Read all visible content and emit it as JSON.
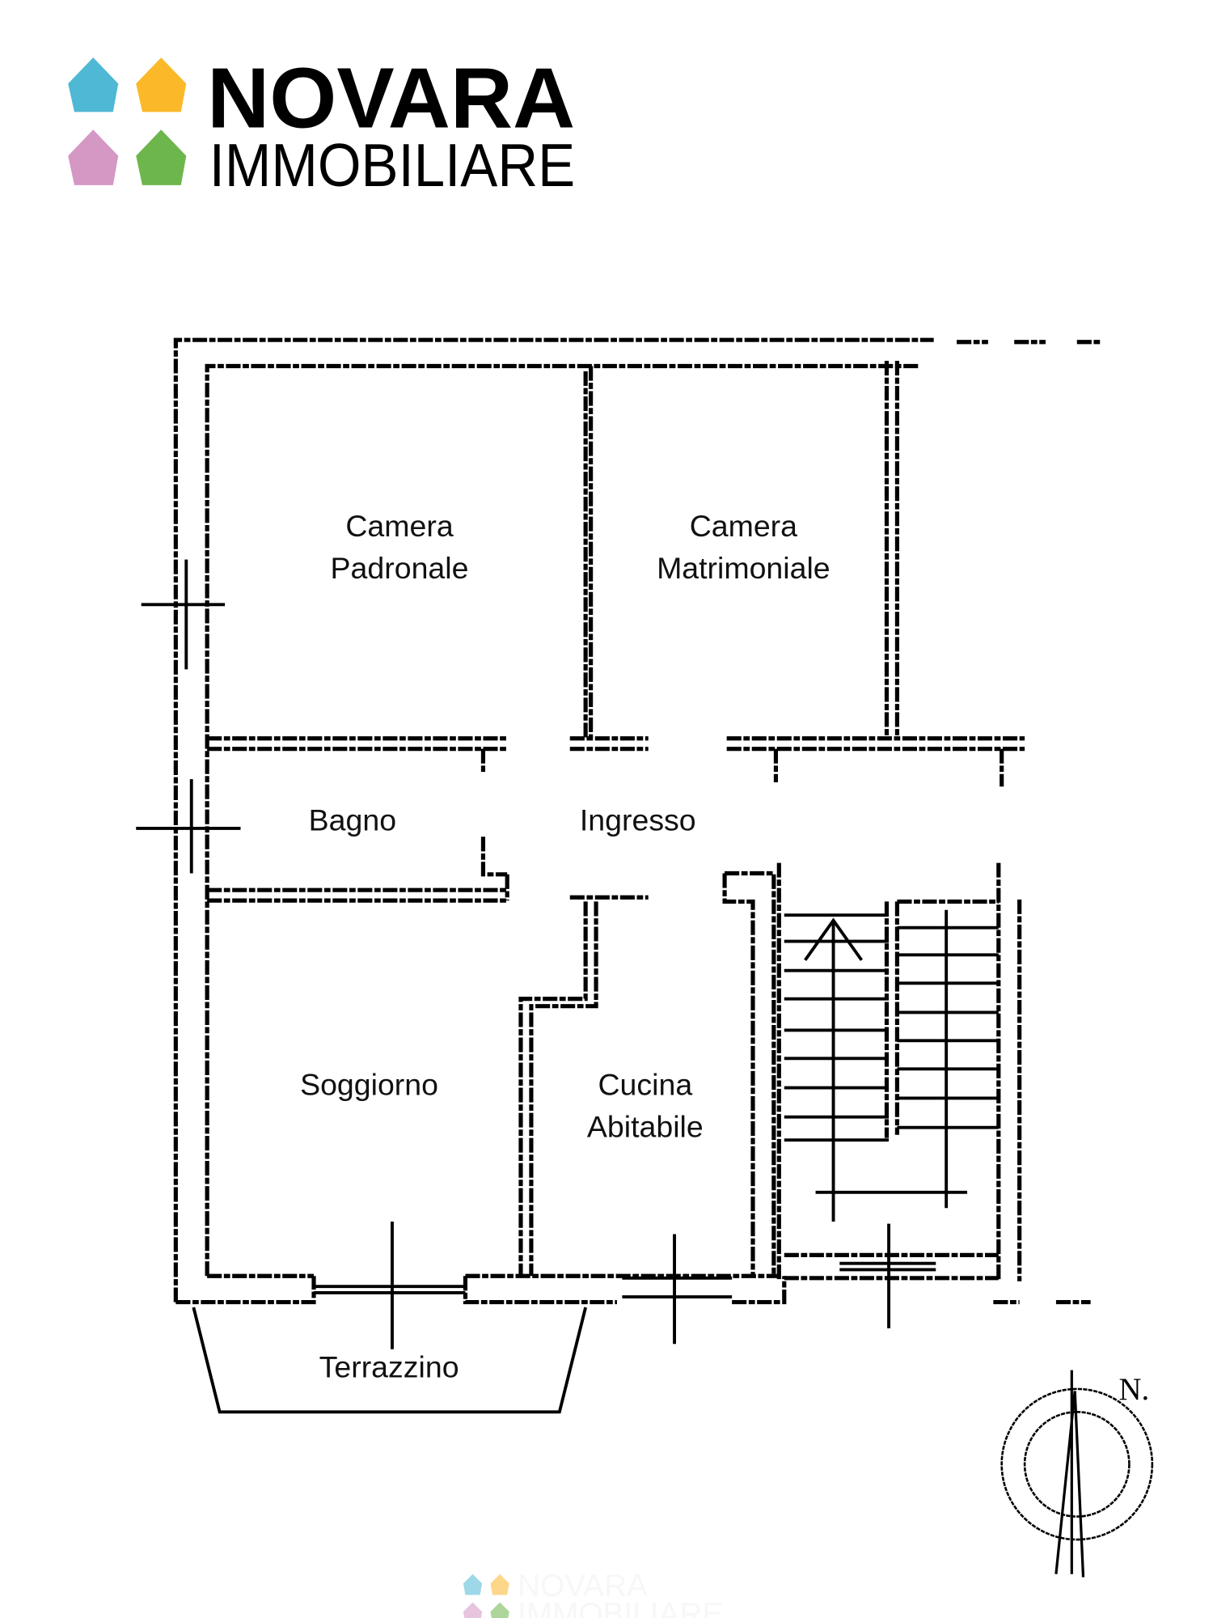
{
  "logo": {
    "line1": "NOVARA",
    "line2": "IMMOBILIARE",
    "colors": {
      "blue": "#4fb8d4",
      "yellow": "#fbb829",
      "pink": "#d597c4",
      "green": "#6db64b"
    }
  },
  "rooms": {
    "camera_padronale": [
      "Camera",
      "Padronale"
    ],
    "camera_matrimoniale": [
      "Camera",
      "Matrimoniale"
    ],
    "bagno": "Bagno",
    "ingresso": "Ingresso",
    "soggiorno": "Soggiorno",
    "cucina": [
      "Cucina",
      "Abitabile"
    ],
    "terrazzino": "Terrazzino"
  },
  "compass": {
    "label": "N."
  },
  "watermark": {
    "line1": "NOVARA",
    "line2": "IMMOBILIARE"
  }
}
